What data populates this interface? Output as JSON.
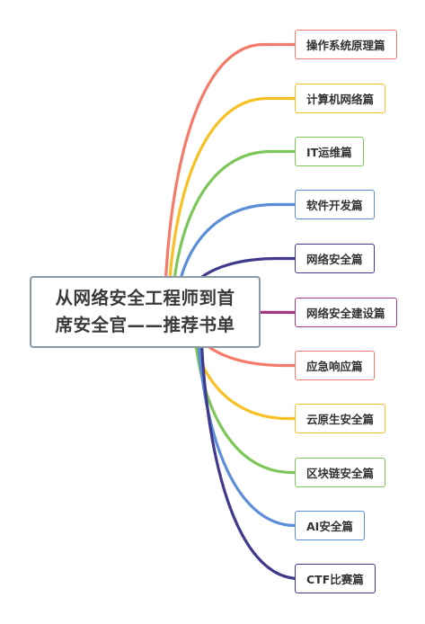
{
  "root": {
    "title_line1": "从网络安全工程师到首",
    "title_line2": "席安全官——推荐书单"
  },
  "branches": [
    {
      "label": "操作系统原理篇",
      "color": "#f47b6a"
    },
    {
      "label": "计算机网络篇",
      "color": "#f8c024"
    },
    {
      "label": "IT运维篇",
      "color": "#7dc65a"
    },
    {
      "label": "软件开发篇",
      "color": "#5b8ed9"
    },
    {
      "label": "网络安全篇",
      "color": "#3f3a8c"
    },
    {
      "label": "网络安全建设篇",
      "color": "#a0397f"
    },
    {
      "label": "应急响应篇",
      "color": "#f47b6a"
    },
    {
      "label": "云原生安全篇",
      "color": "#f8c024"
    },
    {
      "label": "区块链安全篇",
      "color": "#7dc65a"
    },
    {
      "label": "AI安全篇",
      "color": "#5b8ed9"
    },
    {
      "label": "CTF比赛篇",
      "color": "#3f3a8c"
    }
  ]
}
